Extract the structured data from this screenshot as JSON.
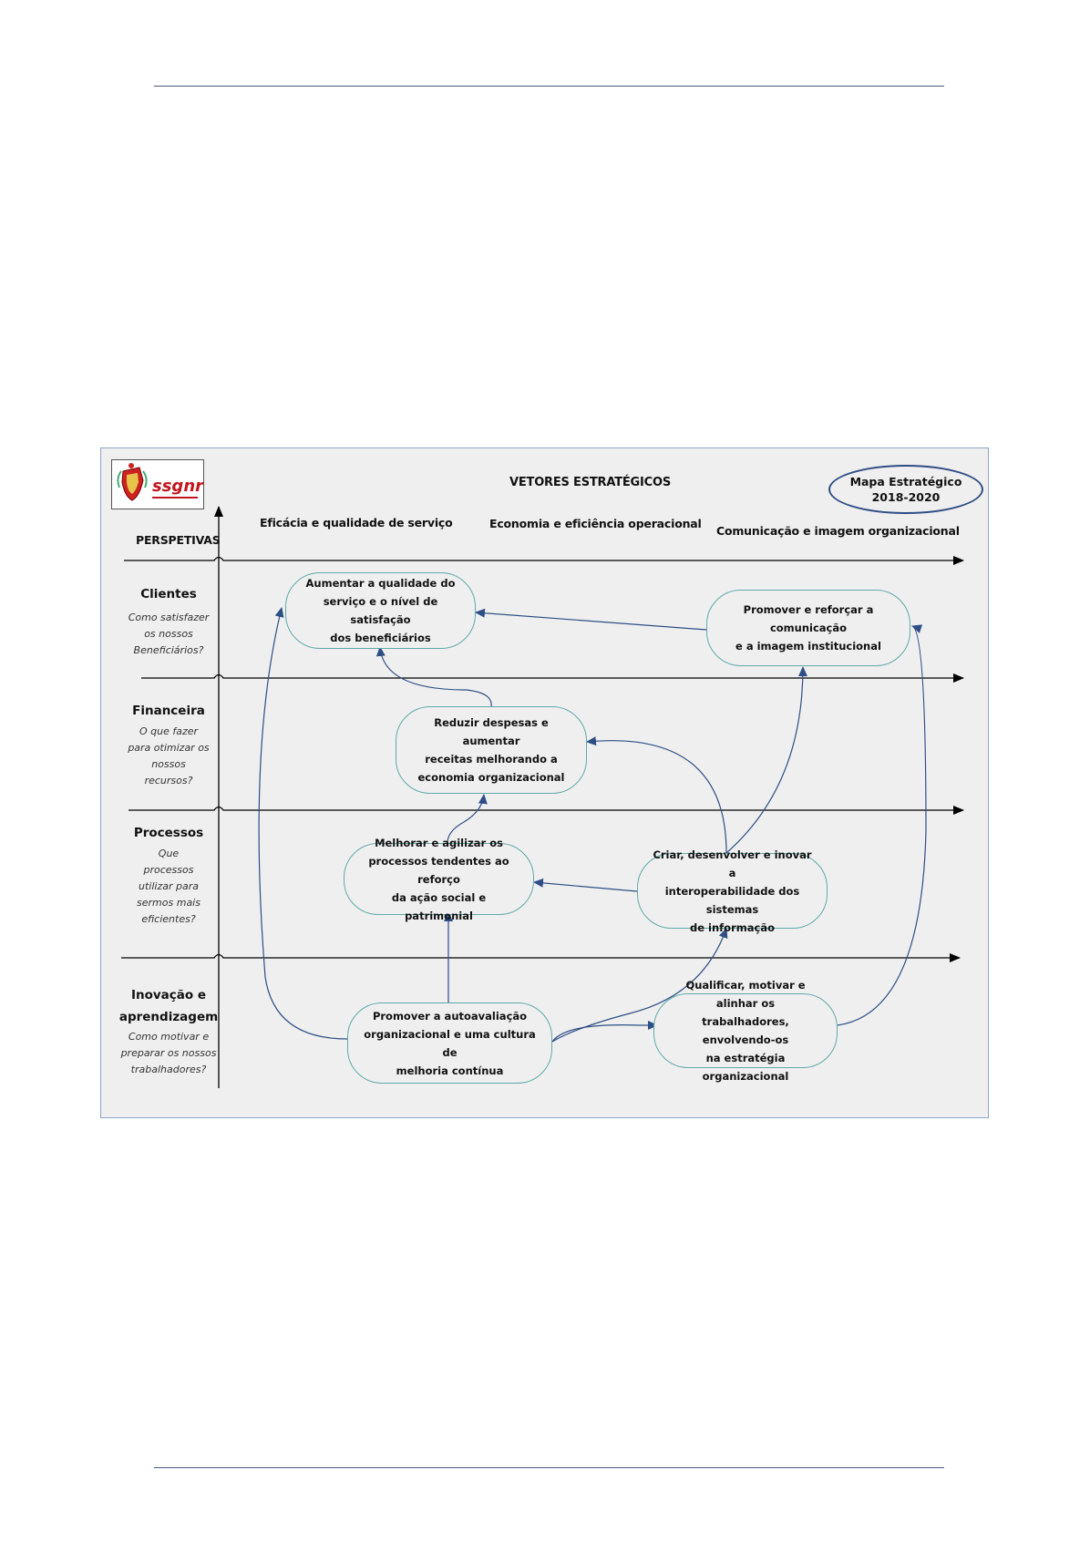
{
  "diagram": {
    "header": {
      "vectors_title": "VETORES ESTRATÉGICOS",
      "vectors": [
        "Eficácia e qualidade de serviço",
        "Economia e eficiência operacional",
        "Comunicação e imagem organizacional"
      ],
      "perspectives_label": "PERSPETIVAS",
      "map_title_line1": "Mapa Estratégico",
      "map_title_line2": "2018-2020",
      "logo_text": "ssgnr"
    },
    "perspectives": [
      {
        "title": "Clientes",
        "question": [
          "Como satisfazer",
          "os nossos",
          "Beneficiários?"
        ]
      },
      {
        "title": "Financeira",
        "question": [
          "O que fazer",
          "para otimizar os",
          "nossos",
          "recursos?"
        ]
      },
      {
        "title": "Processos",
        "question": [
          "Que",
          "processos",
          "utilizar para",
          "sermos mais",
          "eficientes?"
        ]
      },
      {
        "title_line1": "Inovação e",
        "title_line2": "aprendizagem",
        "question": [
          "Como motivar e",
          "preparar os nossos",
          "trabalhadores?"
        ]
      }
    ],
    "nodes": {
      "n1": [
        "Aumentar a qualidade do",
        "serviço e o nível de satisfação",
        "dos beneficiários"
      ],
      "n2": [
        "Promover e reforçar a comunicação",
        "e a imagem institucional"
      ],
      "n3": [
        "Reduzir despesas e aumentar",
        "receitas melhorando a",
        "economia organizacional"
      ],
      "n4": [
        "Melhorar e agilizar os",
        "processos tendentes ao reforço",
        "da ação social e patrimonial"
      ],
      "n5": [
        "Criar, desenvolver e inovar a",
        "interoperabilidade dos sistemas",
        "de informação"
      ],
      "n6": [
        "Promover a autoavaliação",
        "organizacional e uma cultura de",
        "melhoria contínua"
      ],
      "n7": [
        "Qualificar, motivar e alinhar os",
        "trabalhadores, envolvendo-os",
        "na estratégia organizacional"
      ]
    },
    "colors": {
      "axis": "#000000",
      "arrow": "#2e4e86",
      "node_border": "#5eaaa8",
      "panel_bg": "#efefef"
    }
  }
}
